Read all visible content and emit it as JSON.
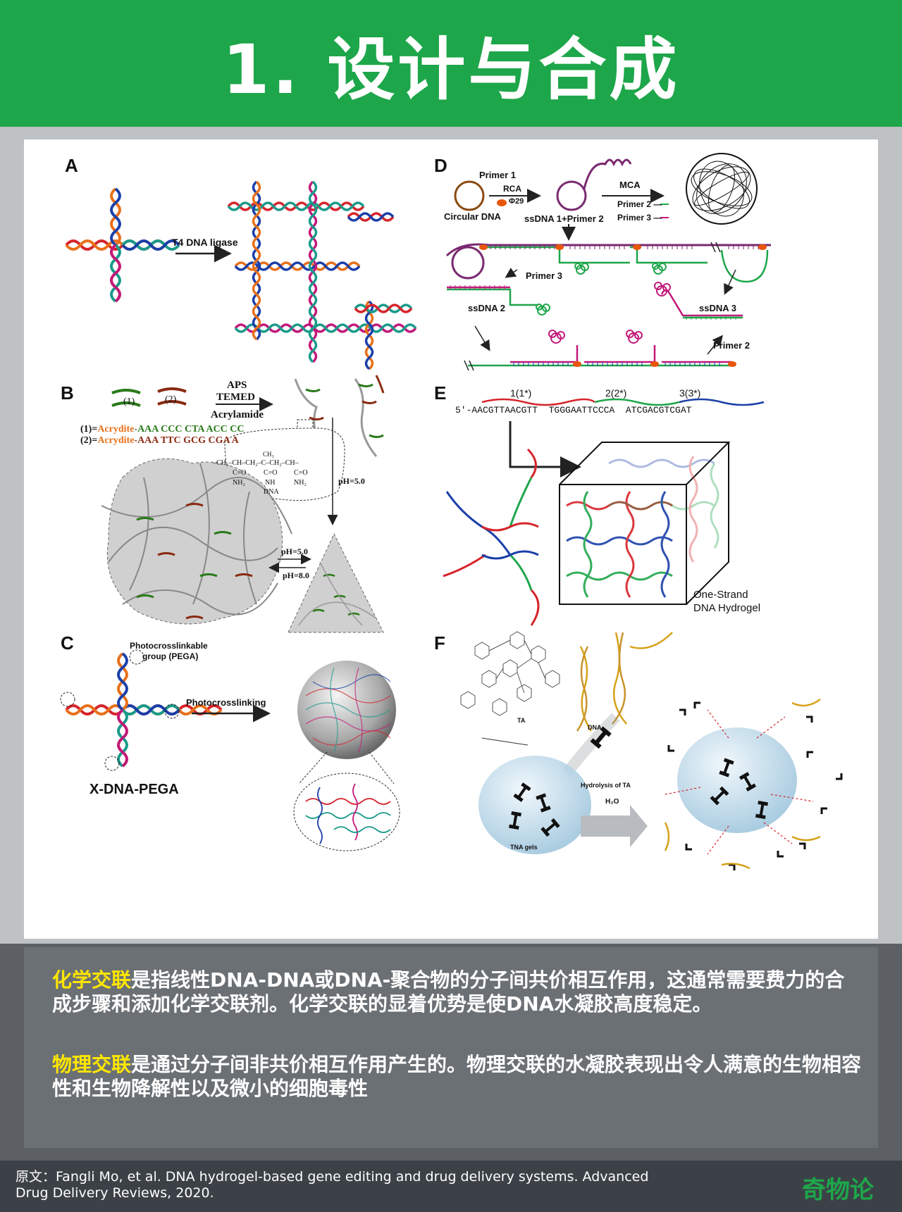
{
  "title": "1. 设计与合成",
  "panels": {
    "A": {
      "letter": "A",
      "arrow_label": "T4 DNA ligase"
    },
    "B": {
      "letter": "B",
      "strand1": "(1)",
      "strand2": "(2)",
      "reagent1": "APS",
      "reagent2": "TEMED",
      "reagent3": "Acrylamide",
      "seq1_prefix": "(1)=",
      "seq1_acrydite": "Acrydite",
      "seq1_seq": "-AAA CCC CTA ACC CC",
      "seq2_prefix": "(2)=",
      "seq2_acrydite": "Acrydite",
      "seq2_seq": "-AAA TTC GCG CGA A",
      "chem_ch3": "CH₃",
      "chem_chain": "–CH₂–CH–CH₂–C–CH₂–CH–",
      "chem_co": "C=O",
      "chem_nh2": "NH₂",
      "chem_nh": "NH",
      "chem_dna": "DNA",
      "ph_down": "pH=5.0",
      "ph_right": "pH=5.0",
      "ph_left": "pH=8.0"
    },
    "C": {
      "letter": "C",
      "group_label_1": "Photocrosslinkable",
      "group_label_2": "group (PEGA)",
      "arrow_label": "Photocrosslinking",
      "name": "X-DNA-PEGA"
    },
    "D": {
      "letter": "D",
      "primer1": "Primer 1",
      "rca": "RCA",
      "phi29": "Φ29",
      "circular": "Circular DNA",
      "ssdna1": "ssDNA 1+Primer 2",
      "mca": "MCA",
      "primer2_legend": "Primer 2 —",
      "primer3_legend": "Primer 3 —",
      "primer3": "Primer 3",
      "ssdna2": "ssDNA 2",
      "ssdna3": "ssDNA 3",
      "primer2": "Primer 2"
    },
    "E": {
      "letter": "E",
      "seg1": "1(1*)",
      "seg2": "2(2*)",
      "seg3": "3(3*)",
      "sequence": "5′-AACGTTAACGTT  TGGGAATTCCCA  ATCGACGTCGAT",
      "caption1": "One-Strand",
      "caption2": "DNA Hydrogel"
    },
    "F": {
      "letter": "F",
      "ta": "TA",
      "dna": "DNA",
      "hydrolysis": "Hydrolysis of TA",
      "h2o": "H₂O",
      "tna": "TNA gels"
    }
  },
  "body": {
    "p1_highlight": "化学交联",
    "p1_rest": "是指线性DNA-DNA或DNA-聚合物的分子间共价相互作用，这通常需要费力的合成步骤和添加化学交联剂。化学交联的显着优势是使DNA水凝胶高度稳定。",
    "p2_highlight": "物理交联",
    "p2_rest": "是通过分子间非共价相互作用产生的。物理交联的水凝胶表现出令人满意的生物相容性和生物降解性以及微小的细胞毒性"
  },
  "footer": {
    "citation": "原文：Fangli Mo, et al. DNA hydrogel-based gene editing and drug delivery systems. Advanced Drug Delivery Reviews, 2020.",
    "brand": "奇物论"
  },
  "colors": {
    "green": "#1ea64a",
    "highlight": "#ffe600",
    "orange": "#e8701a",
    "blue": "#1a3fa8",
    "red": "#d6242b",
    "teal": "#1a9a8a",
    "magenta": "#c2197a"
  }
}
